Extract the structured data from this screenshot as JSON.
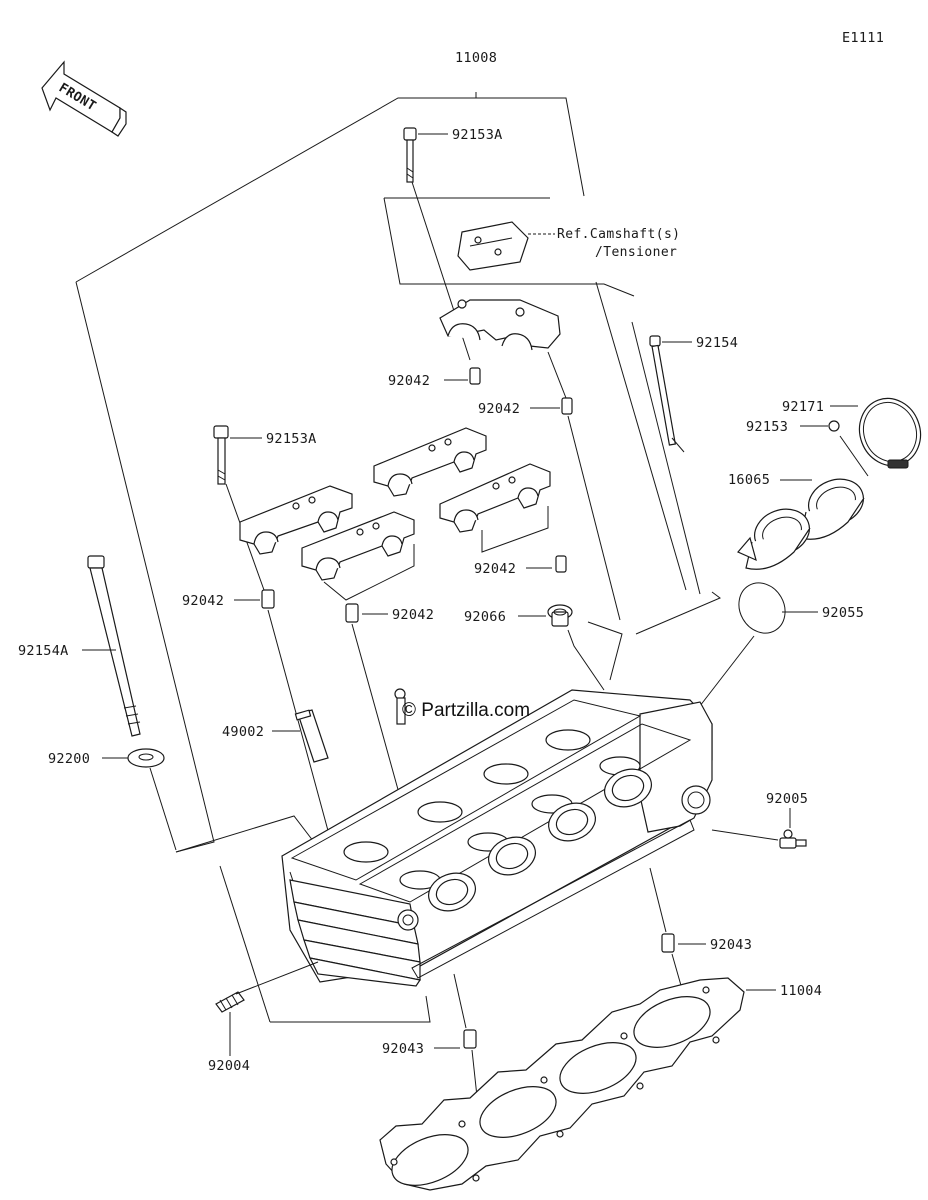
{
  "diagram_code": "E1111",
  "front_label": "FRONT",
  "watermark": "© Partzilla.com",
  "reference_note": {
    "line1": "Ref.Camshaft(s)",
    "line2": "/Tensioner"
  },
  "labels": {
    "assembly_11008": "11008",
    "bolt_92153A_top": "92153A",
    "dowel_92042_a": "92042",
    "dowel_92042_b": "92042",
    "bolt_92154": "92154",
    "clamp_92171": "92171",
    "bolt_92153": "92153",
    "bolt_92153A_mid": "92153A",
    "holder_16065": "16065",
    "dowel_92042_c": "92042",
    "dowel_92042_d": "92042",
    "dowel_92042_e": "92042",
    "plug_92066": "92066",
    "oring_92055": "92055",
    "bolt_92154A": "92154A",
    "guide_49002": "49002",
    "washer_92200": "92200",
    "fitting_92005": "92005",
    "dowel_92043_a": "92043",
    "gasket_11004": "11004",
    "dowel_92043_b": "92043",
    "stud_92004": "92004"
  }
}
